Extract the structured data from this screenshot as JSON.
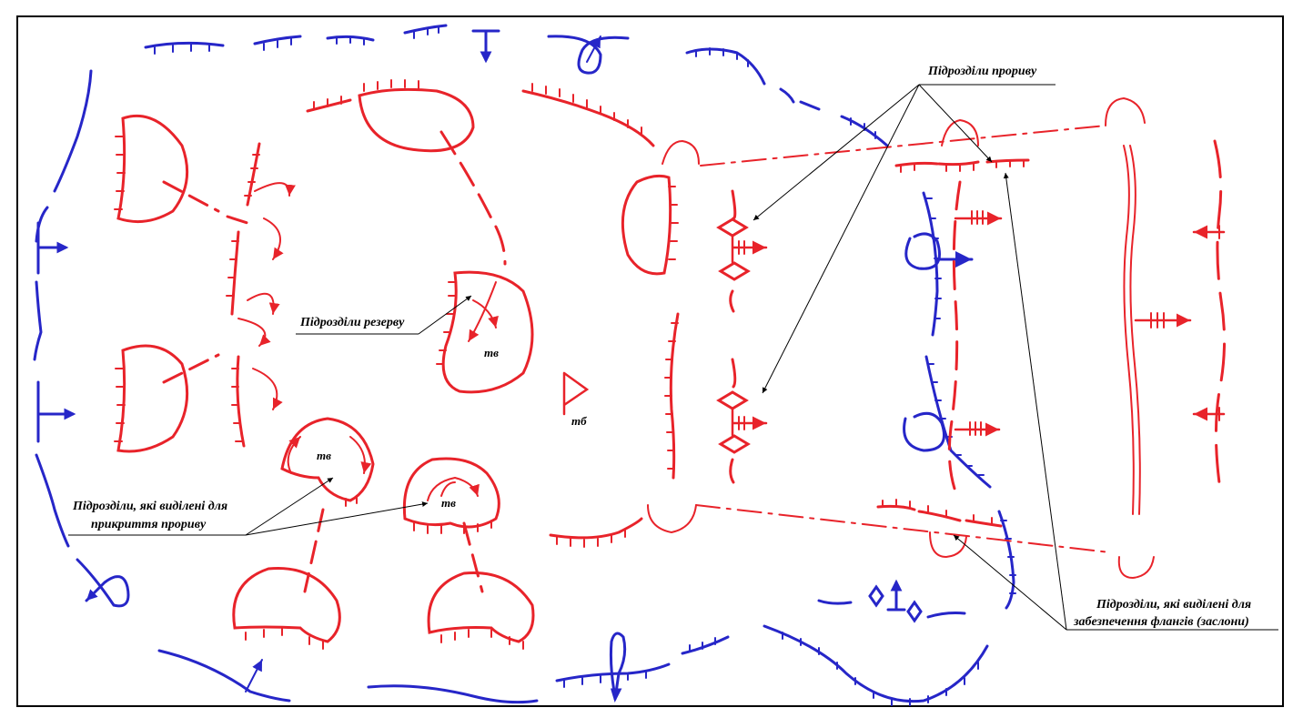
{
  "colors": {
    "own": "#e8232a",
    "enemy": "#2626c8",
    "leader": "#000000"
  },
  "labels": {
    "breakthrough": "Підрозділи прориву",
    "reserve": "Підрозділи резерву",
    "cover_line1": "Підрозділи, які виділені для",
    "cover_line2": "прикриття прориву",
    "flank_line1": "Підрозділи, які виділені для",
    "flank_line2": "забезпечення флангів (заслони)"
  },
  "unit_marks": {
    "tv": "тв",
    "tb": "тб"
  },
  "icons": [
    "unit-position-arc",
    "movement-arrow",
    "tank-diamond",
    "boundary-line",
    "command-flag"
  ]
}
